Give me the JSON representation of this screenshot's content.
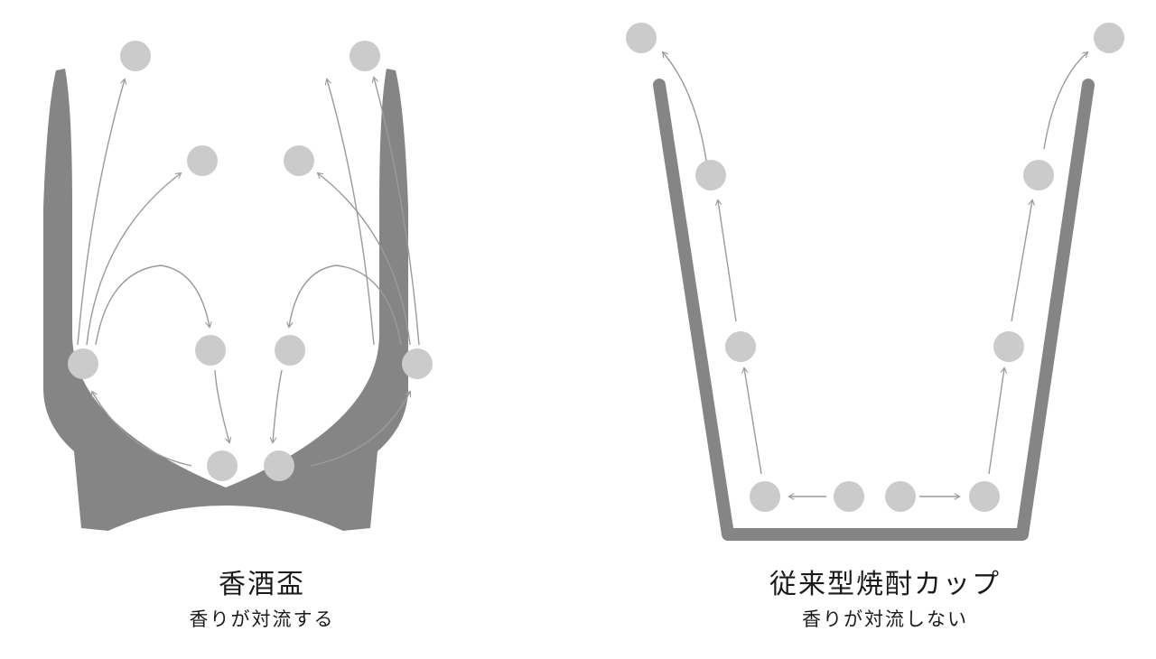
{
  "panels": {
    "left": {
      "title": "香酒盃",
      "subtitle": "香りが対流する"
    },
    "right": {
      "title": "従来型焼酎カップ",
      "subtitle": "香りが対流しない"
    }
  },
  "colors": {
    "cup_wall": "#858585",
    "particle": "#cbcbcb",
    "arrow": "#9a9a9a",
    "text": "#1a1a1a",
    "background": "#ffffff"
  }
}
